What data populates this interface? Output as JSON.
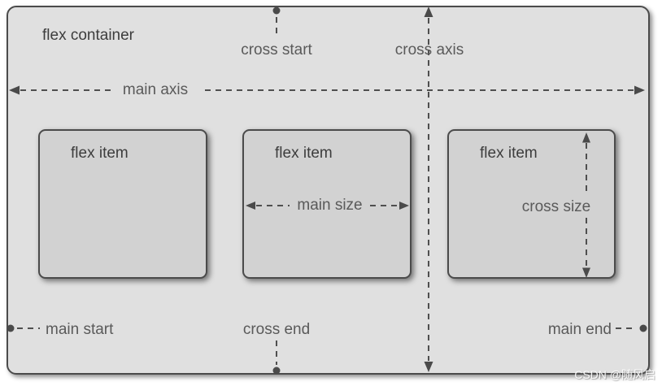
{
  "diagram": {
    "container": {
      "label": "flex container"
    },
    "axes": {
      "main_axis_label": "main axis",
      "cross_axis_label": "cross axis"
    },
    "markers": {
      "main_start": "main start",
      "main_end": "main end",
      "cross_start": "cross start",
      "cross_end": "cross end"
    },
    "items": [
      {
        "label": "flex item"
      },
      {
        "label": "flex item",
        "measure_label": "main size",
        "measure_axis": "horizontal"
      },
      {
        "label": "flex item",
        "measure_label": "cross size",
        "measure_axis": "vertical"
      }
    ],
    "colors": {
      "page_background": "#ffffff",
      "container_fill": "#e0e0e0",
      "item_fill": "#d2d2d2",
      "border": "#4b4b4b",
      "line": "#4f4f4f",
      "label_text": "#5a5a5a",
      "title_text": "#3d3d3d"
    }
  },
  "watermark": {
    "text": "CSDN @随风启"
  }
}
